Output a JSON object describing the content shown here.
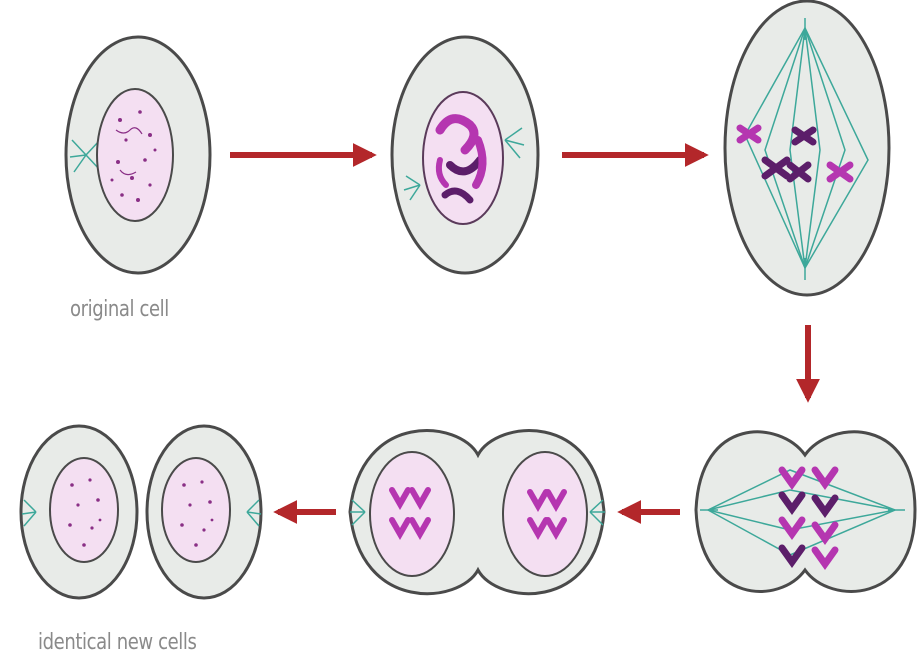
{
  "labels": {
    "original_cell": "original cell",
    "identical_new_cells": "identical new cells"
  },
  "stages": [
    {
      "id": "original",
      "kind": "interphase"
    },
    {
      "id": "prophase",
      "kind": "prophase"
    },
    {
      "id": "metaphase",
      "kind": "metaphase"
    },
    {
      "id": "anaphase",
      "kind": "anaphase"
    },
    {
      "id": "telophase",
      "kind": "telophase"
    },
    {
      "id": "daughters",
      "kind": "daughter-cells"
    }
  ],
  "colors": {
    "cell_fill": "#e8ebe8",
    "cell_outline": "#4a4a4a",
    "nucleus_fill": "#f4dff2",
    "chromatin": "#8a2f86",
    "chromosome": "#b536b0",
    "chromosome_dark": "#5c1e6a",
    "spindle": "#3da89a",
    "arrow": "#b3272a",
    "caption": "#8a8a8a"
  }
}
